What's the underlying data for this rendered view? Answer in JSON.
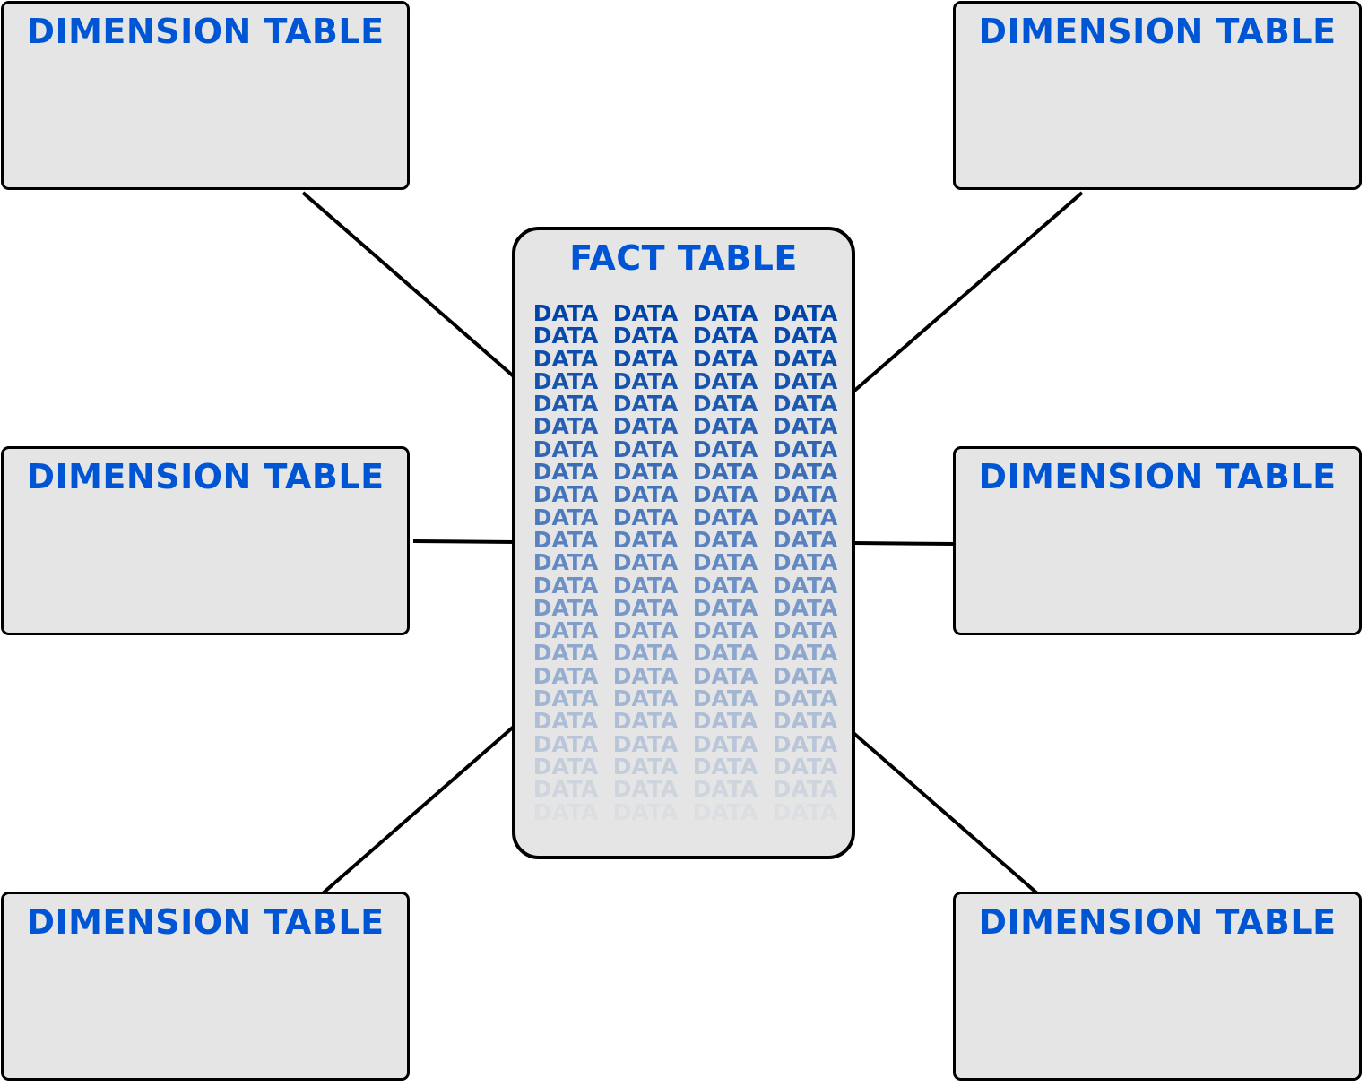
{
  "colors": {
    "title_blue": "#0055d4",
    "data_blue": "#0044aa",
    "box_fill": "#e5e5e5",
    "border": "#000000"
  },
  "fact_table": {
    "title": "FACT TABLE",
    "cell_text": "DATA",
    "rows": 23,
    "columns": 4
  },
  "dimension_tables": {
    "top_left": {
      "title": "DIMENSION TABLE"
    },
    "top_right": {
      "title": "DIMENSION TABLE"
    },
    "mid_left": {
      "title": "DIMENSION TABLE"
    },
    "mid_right": {
      "title": "DIMENSION TABLE"
    },
    "bottom_left": {
      "title": "DIMENSION TABLE"
    },
    "bottom_right": {
      "title": "DIMENSION TABLE"
    }
  }
}
